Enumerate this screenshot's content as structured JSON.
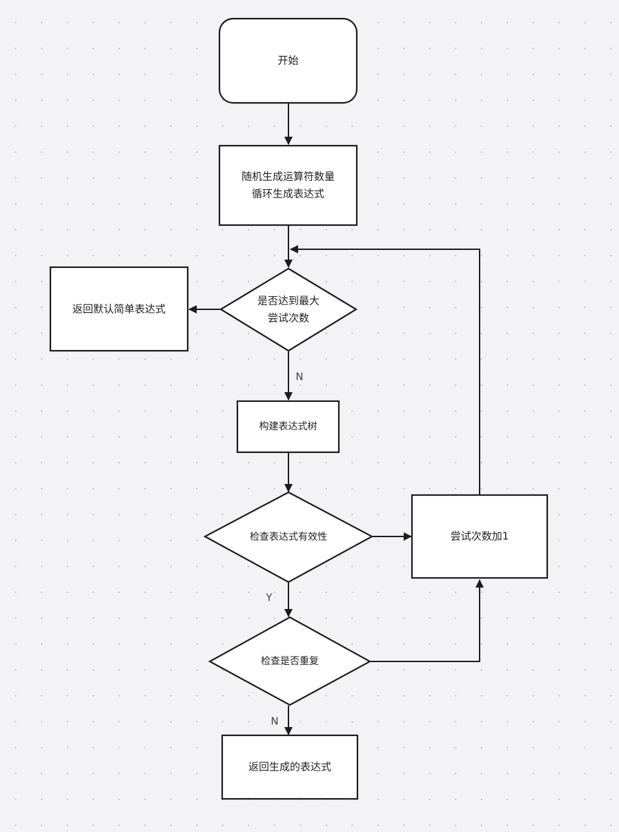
{
  "nodes": {
    "start": "开始",
    "init_line1": "随机生成运算符数量",
    "init_line2": "循环生成表达式",
    "max_check_line1": "是否达到最大",
    "max_check_line2": "尝试次数",
    "return_default": "返回默认简单表达式",
    "build_tree": "构建表达式树",
    "validity_check": "检查表达式有效性",
    "increment": "尝试次数加1",
    "duplicate_check": "检查是否重复",
    "return_generated": "返回生成的表达式"
  },
  "edge_labels": {
    "max_no": "N",
    "valid_yes": "Y",
    "dup_no": "N"
  }
}
